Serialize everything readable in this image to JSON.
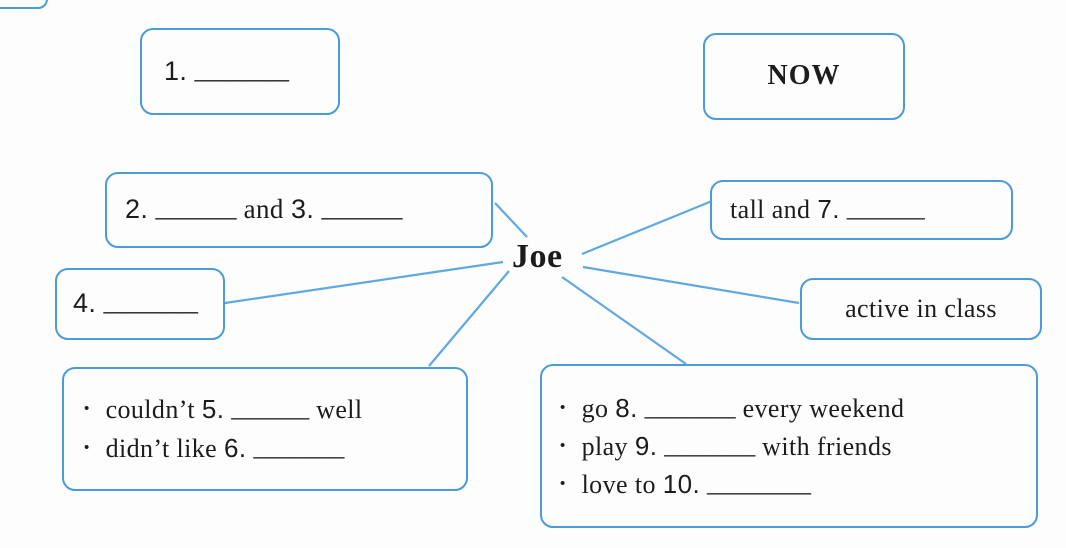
{
  "palette": {
    "box_border": "#4a9bd9",
    "connector": "#5fa8e0",
    "text": "#1c1c1e",
    "background": "#fdfdfd"
  },
  "diagram": {
    "center_label": "Joe",
    "now_badge": "NOW",
    "box1": {
      "num": "1.",
      "blank": "_______"
    },
    "box23": {
      "num_a": "2.",
      "blank_a": "______",
      "conj": "and",
      "num_b": "3.",
      "blank_b": "______"
    },
    "box4": {
      "num": "4.",
      "blank": "_______"
    },
    "tall": {
      "pre": "tall and",
      "num": "7.",
      "blank": "______"
    },
    "active": {
      "label": "active in class"
    },
    "past": {
      "items": [
        {
          "bullet": "•",
          "pre": "couldn’t",
          "num": "5.",
          "blank": "______",
          "post": "well"
        },
        {
          "bullet": "•",
          "pre": "didn’t like",
          "num": "6.",
          "blank": "_______",
          "post": ""
        }
      ]
    },
    "now_list": {
      "items": [
        {
          "bullet": "•",
          "pre": "go",
          "num": "8.",
          "blank": "_______",
          "post": "every weekend"
        },
        {
          "bullet": "•",
          "pre": "play",
          "num": "9.",
          "blank": "_______",
          "post": "with friends"
        },
        {
          "bullet": "•",
          "pre": "love to",
          "num": "10.",
          "blank": "________",
          "post": ""
        }
      ]
    }
  }
}
